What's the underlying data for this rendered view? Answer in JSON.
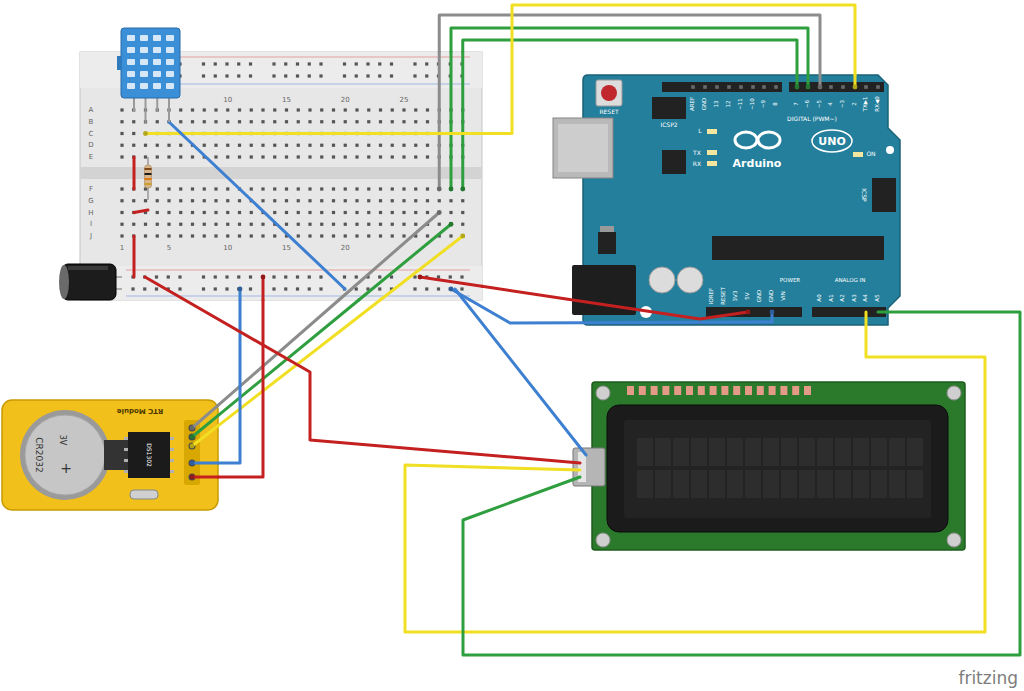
{
  "diagram": {
    "nodes": [
      {
        "text": [
          "A",
          "B",
          "C",
          "D",
          "E",
          "F",
          "G",
          "H",
          "I",
          "J",
          "10",
          "15",
          "20",
          "25",
          "1",
          "5",
          "10",
          "15",
          "20"
        ]
      },
      {
        "text": [
          "RESET",
          "ICSP2",
          "AREF",
          "GND",
          "13",
          "12",
          "~11",
          "~10",
          "~9",
          "8",
          "7",
          "~6",
          "~5",
          "4",
          "~3",
          "2",
          "TX▶1",
          "RX◀0",
          "DIGITAL (PWM~)",
          "L",
          "TX",
          "RX",
          "Arduino",
          "UNO",
          "ON",
          "ICSP",
          "IOREF",
          "RESET",
          "3V3",
          "5V",
          "GND",
          "GND",
          "VIN",
          "POWER",
          "ANALOG IN",
          "A0",
          "A1",
          "A2",
          "A3",
          "A4",
          "A5"
        ]
      },
      {
        "text": [
          "RTC Module",
          "CR2032",
          "3V",
          "+",
          "DS1302"
        ]
      }
    ],
    "edges": [
      {
        "from": 0,
        "to": 1,
        "arrow": "none"
      },
      {
        "from": 0,
        "to": 1,
        "arrow": "none"
      },
      {
        "from": 0,
        "to": 1,
        "arrow": "none"
      },
      {
        "from": 0,
        "to": 1,
        "arrow": "none"
      },
      {
        "from": 1,
        "to": 0,
        "arrow": "none"
      },
      {
        "from": 1,
        "to": 0,
        "arrow": "none"
      },
      {
        "from": 2,
        "to": 0,
        "arrow": "none"
      },
      {
        "from": 2,
        "to": 0,
        "arrow": "none"
      },
      {
        "from": 2,
        "to": 0,
        "arrow": "none"
      },
      {
        "from": 2,
        "to": 0,
        "arrow": "none"
      },
      {
        "from": 2,
        "to": 0,
        "arrow": "none"
      }
    ],
    "labels": [
      "fritzing"
    ]
  }
}
